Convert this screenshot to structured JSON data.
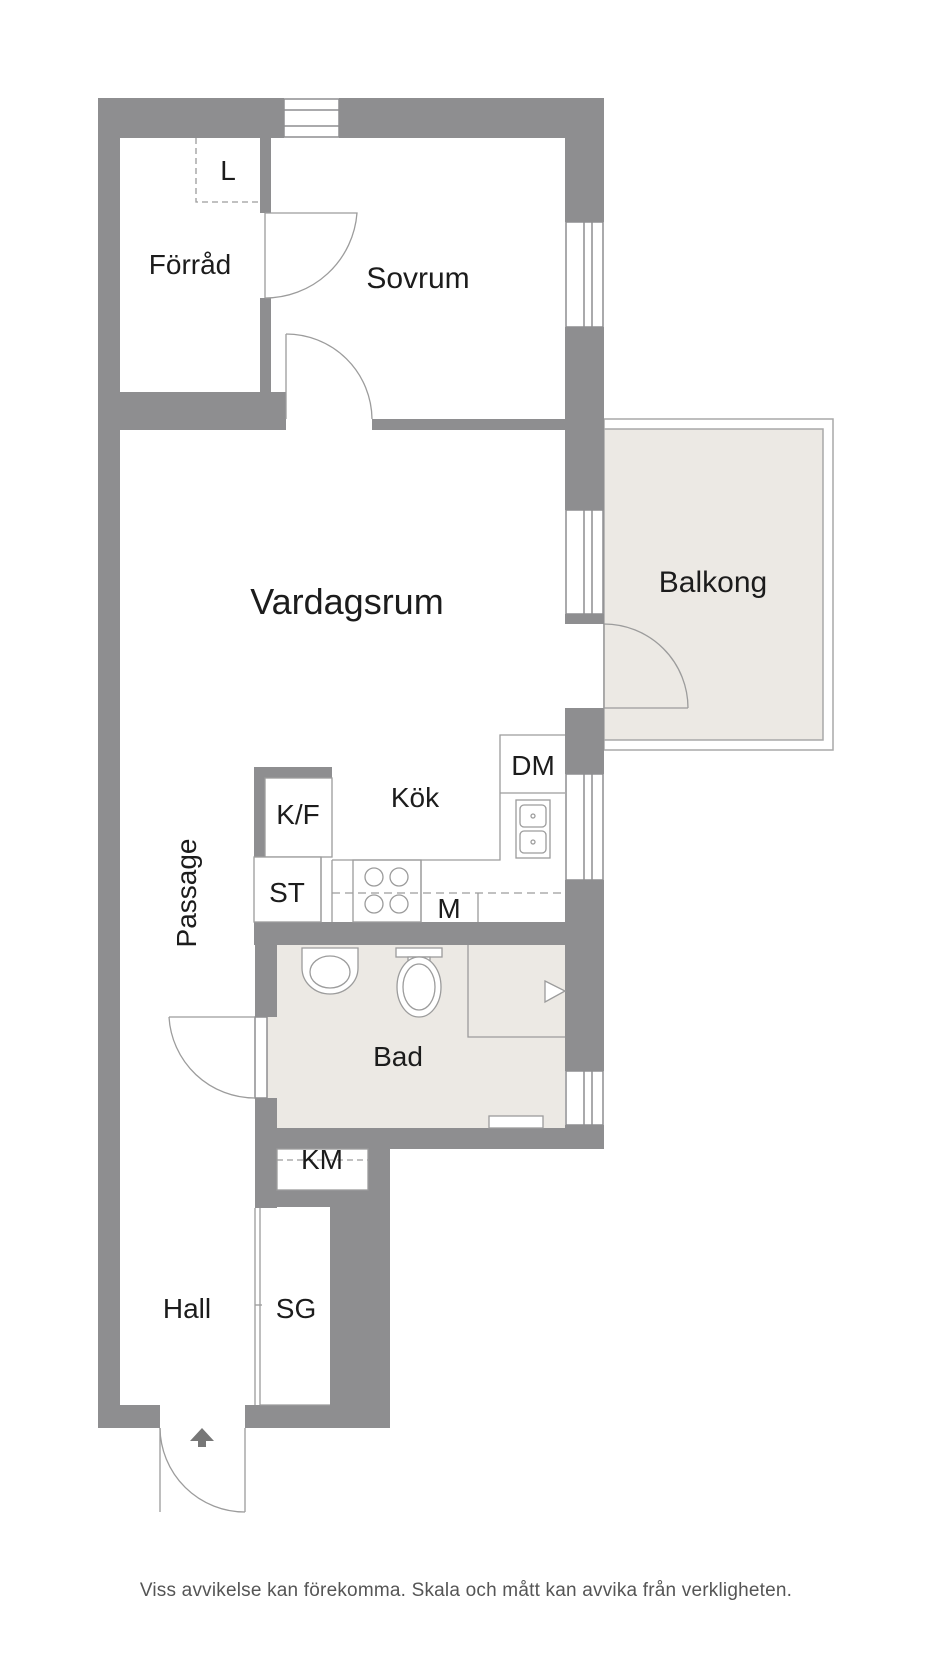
{
  "colors": {
    "wall": "#8e8e90",
    "wet_floor": "#ece9e4",
    "line": "#9c9c9c"
  },
  "rooms": {
    "forrad": "Förråd",
    "linen": "L",
    "sovrum": "Sovrum",
    "vardagsrum": "Vardagsrum",
    "balkong": "Balkong",
    "kok": "Kök",
    "dm": "DM",
    "kf": "K/F",
    "st": "ST",
    "m": "M",
    "passage": "Passage",
    "bad": "Bad",
    "km": "KM",
    "hall": "Hall",
    "sg": "SG"
  },
  "disclaimer": "Viss avvikelse kan förekomma. Skala och mått kan avvika från verkligheten."
}
